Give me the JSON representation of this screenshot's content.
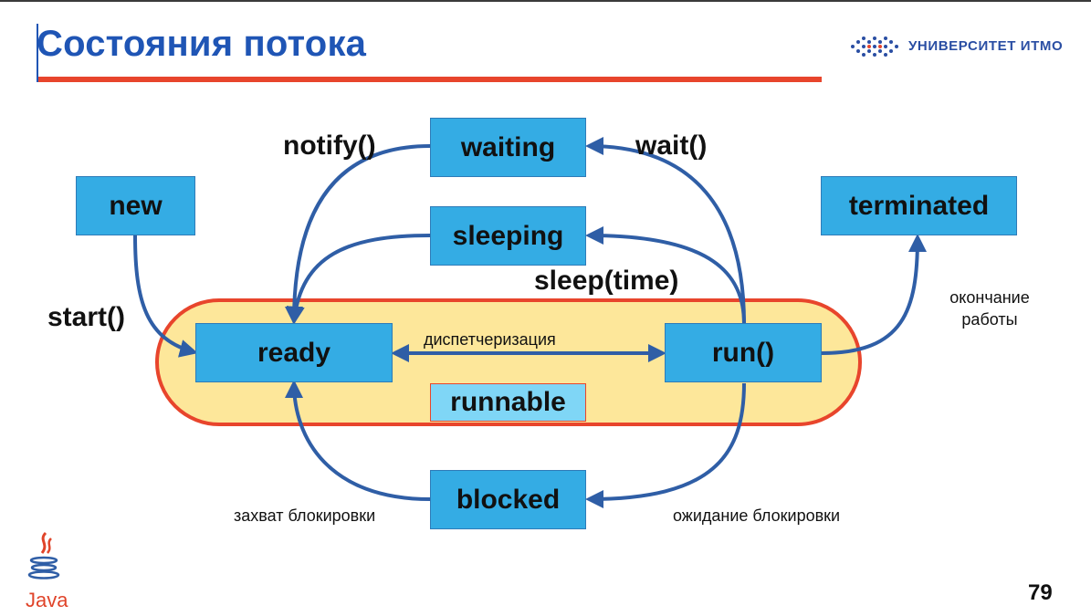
{
  "slide": {
    "title": "Состояния потока",
    "logo_text": "УНИВЕРСИТЕТ ИТМО",
    "java_text": "Java",
    "page_number": "79"
  },
  "states": {
    "new": "new",
    "waiting": "waiting",
    "sleeping": "sleeping",
    "terminated": "terminated",
    "ready": "ready",
    "run": "run()",
    "blocked": "blocked",
    "runnable": "runnable"
  },
  "transitions": {
    "notify": "notify()",
    "wait": "wait()",
    "start": "start()",
    "sleep": "sleep(time)",
    "dispatch": "диспетчеризация",
    "end_of_work": "окончание работы",
    "lock_acquire": "захват блокировки",
    "lock_wait": "ожидание блокировки"
  },
  "colors": {
    "title": "#1f55b5",
    "accent_red": "#e8452c",
    "state_box": "#34ace4",
    "runnable_fill": "#fde79a",
    "arrow": "#2f5ea6"
  }
}
